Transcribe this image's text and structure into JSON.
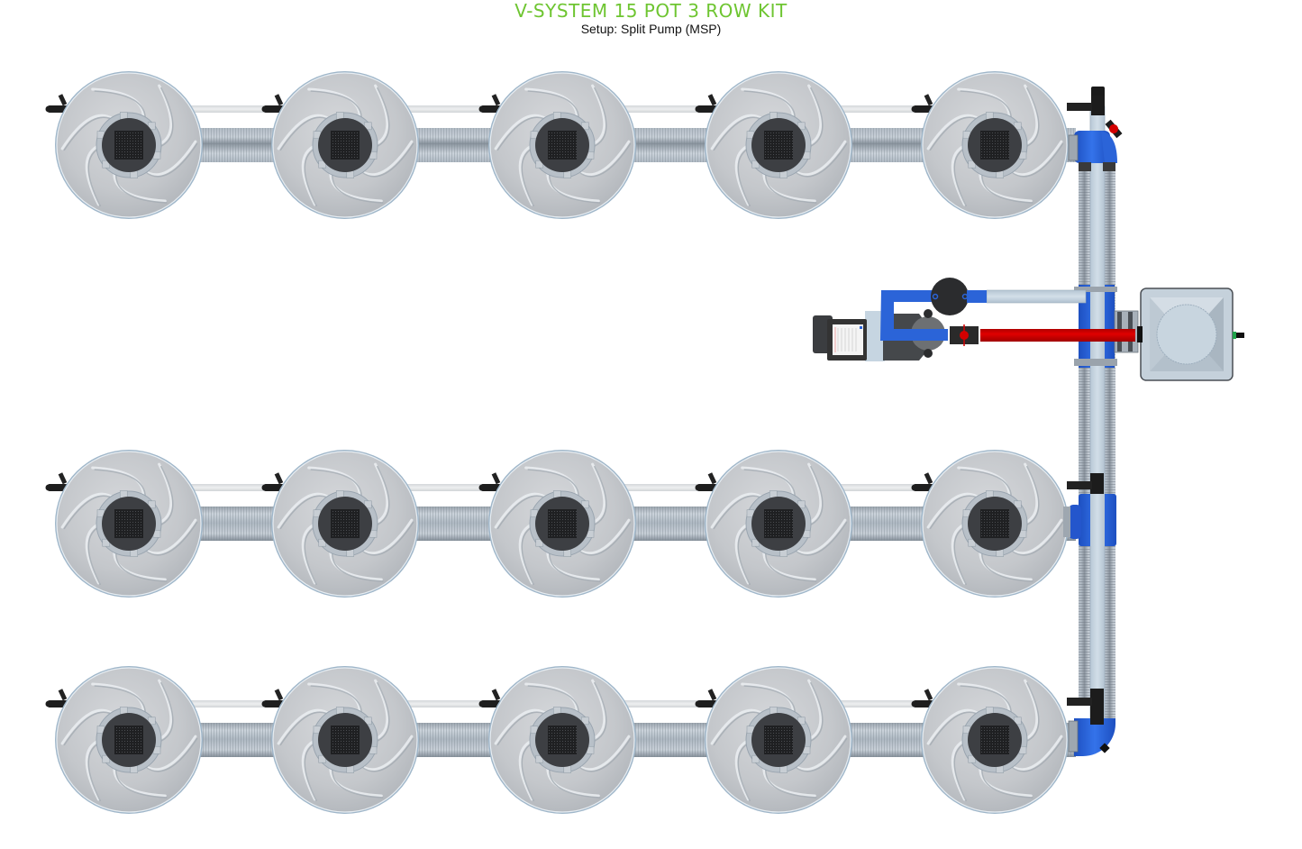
{
  "header": {
    "title": "V-SYSTEM 15 POT 3 ROW KIT",
    "subtitle": "Setup: Split Pump (MSP)"
  },
  "colors": {
    "title": "#6ec531",
    "pot": "#c9ccd0",
    "pot_rim": "#a9c0d3",
    "net_pot": "#3d3f43",
    "flex_pipe": "#b6bfc8",
    "drip_line": "#e4e6e8",
    "riser": "#c4d3df",
    "blue_fitting": "#2b64d8",
    "red_feed_line": "#d20000",
    "tank": "#c6d2dc",
    "pump": "#444648"
  },
  "layout_model": {
    "rows": 3,
    "pots_per_row": 5,
    "total_pots": 15,
    "pump_setup": "split pump"
  },
  "rows": [
    {
      "id": "row-1",
      "pots": [
        "pot-1-1",
        "pot-1-2",
        "pot-1-3",
        "pot-1-4",
        "pot-1-5"
      ],
      "end_fitting": "elbow-with-valve"
    },
    {
      "id": "row-2",
      "pots": [
        "pot-2-1",
        "pot-2-2",
        "pot-2-3",
        "pot-2-4",
        "pot-2-5"
      ],
      "end_fitting": "tee"
    },
    {
      "id": "row-3",
      "pots": [
        "pot-3-1",
        "pot-3-2",
        "pot-3-3",
        "pot-3-4",
        "pot-3-5"
      ],
      "end_fitting": "elbow-with-drain"
    }
  ],
  "components": {
    "reservoir": "control-tank",
    "pump": "split-pump",
    "filter": "inline-filter",
    "feed_line": "red-feed-line",
    "riser": "vertical-return-riser"
  }
}
